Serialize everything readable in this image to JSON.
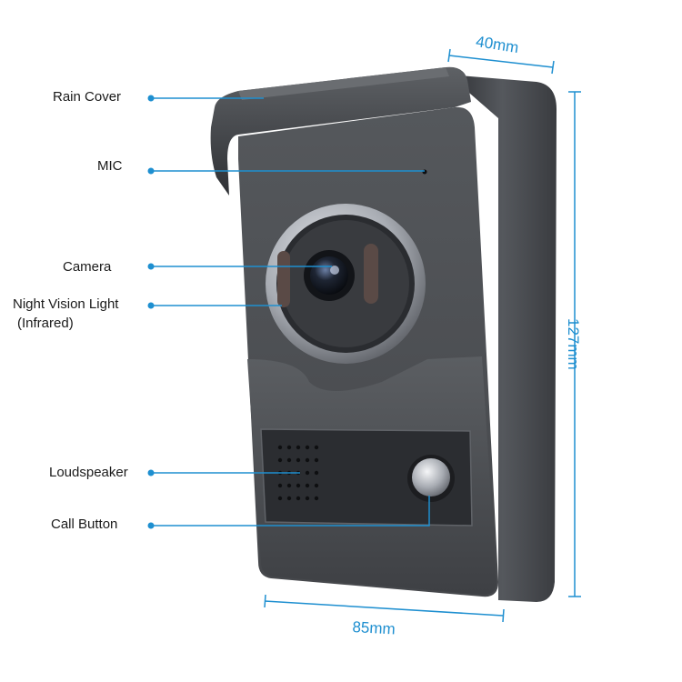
{
  "callouts": {
    "rain_cover": "Rain Cover",
    "mic": "MIC",
    "camera": "Camera",
    "night_vision_line1": "Night Vision Light",
    "night_vision_line2": "(Infrared)",
    "loudspeaker": "Loudspeaker",
    "call_button": "Call Button"
  },
  "dimensions": {
    "width": "40mm",
    "height": "127mm",
    "depth": "85mm"
  },
  "colors": {
    "callout_line": "#1e8fd0",
    "body": "#4a4c50",
    "panel": "#3b3d41",
    "rim": "#9a9ea6"
  }
}
